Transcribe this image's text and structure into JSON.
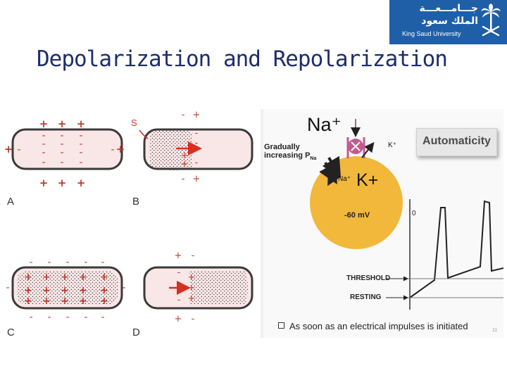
{
  "slide": {
    "title": "Depolarization and Repolarization",
    "slide_number": "11"
  },
  "logo": {
    "arabic_line1": "جـــامـــعـــة",
    "arabic_line2": "الملك سعود",
    "english": "King Saud University"
  },
  "cell_diagrams": {
    "labels": [
      "A",
      "B",
      "C",
      "D"
    ],
    "stimulus_label": "S"
  },
  "automaticity": {
    "box_label": "Automaticity",
    "na_main": "Na⁺",
    "k_small": "K⁺",
    "na_small": "Na⁺",
    "k_main": "K+",
    "gradually": "Gradually",
    "increasing": "increasing P",
    "pna_sub": "Na",
    "membrane_potential": "-60 mV",
    "zero_label": "0",
    "threshold_label": "THRESHOLD",
    "resting_label": "RESTING",
    "bullet_text": "As soon as an electrical impulses is initiated"
  },
  "colors": {
    "title": "#1f2d6b",
    "logo_bg": "#1f5fa8",
    "cell_fill": "#f9e6e6",
    "cell_border": "#3a3a3a",
    "charge_red": "#c0392b",
    "arrow_red": "#d63020",
    "circle_orange": "#f2b83b"
  }
}
